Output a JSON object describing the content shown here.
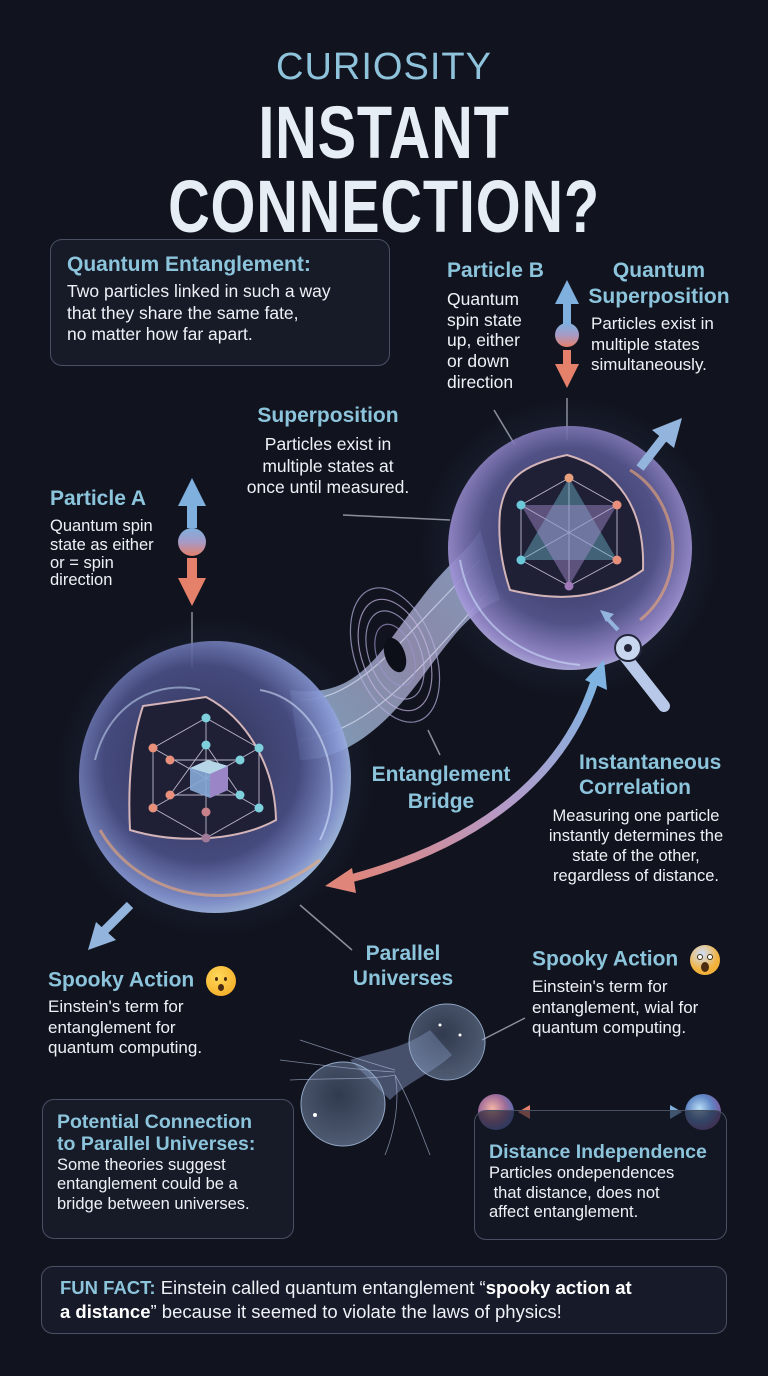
{
  "header": {
    "kicker": "CURIOSITY",
    "title": "INSTANT CONNECTION?"
  },
  "entanglement_card": {
    "heading": "Quantum Entanglement:",
    "lines": [
      "Two particles linked in such a way",
      "that they share the same fate,",
      "no matter how far apart."
    ]
  },
  "particle_b": {
    "heading": "Particle B",
    "lines": [
      "Quantum",
      "spin state",
      "up, either",
      "or down",
      "direction"
    ]
  },
  "quantum_superposition": {
    "heading_lines": [
      "Quantum",
      "Superposition"
    ],
    "lines": [
      "Particles exist in",
      "multiple states",
      "simultaneously."
    ]
  },
  "superposition": {
    "heading": "Superposition",
    "lines": [
      "Particles exist in",
      "multiple states at",
      "once until measured."
    ]
  },
  "particle_a": {
    "heading": "Particle A",
    "lines": [
      "Quantum spin",
      "state as either",
      "or = spin",
      "direction"
    ]
  },
  "entanglement_bridge": {
    "heading_lines": [
      "Entanglement",
      "Bridge"
    ]
  },
  "instantaneous_correlation": {
    "heading_lines": [
      "Instantaneous",
      "Correlation"
    ],
    "lines": [
      "Measuring one particle",
      "instantly determines the",
      "state of the other,",
      "regardless of distance."
    ]
  },
  "parallel_universes_label": {
    "heading_lines": [
      "Parallel",
      "Universes"
    ]
  },
  "spooky_left": {
    "heading": "Spooky Action",
    "emoji": "hushed-face",
    "lines": [
      "Einstein's term for",
      "entanglement for",
      "quantum computing."
    ]
  },
  "spooky_right": {
    "heading": "Spooky Action",
    "emoji": "screaming-face",
    "lines": [
      "Einstein's term for",
      "entanglement, wial for",
      "quantum computing."
    ]
  },
  "parallel_card": {
    "heading_lines": [
      "Potential Connection",
      "to Parallel Universes:"
    ],
    "lines": [
      "Some theories suggest",
      "entanglement could be a",
      "bridge between universes."
    ]
  },
  "distance_card": {
    "heading": "Distance Independence",
    "lines": [
      "Particles ondependences",
      " that distance, does not",
      "affect entanglement."
    ]
  },
  "fun_fact": {
    "label": "FUN FACT:",
    "text_1": " Einstein called quantum entanglement “",
    "bold_1": "spooky action at",
    "bold_2": "a distance",
    "text_2": "” because it seemed to violate the laws of physics!"
  },
  "colors": {
    "background": "#11141f",
    "accent_blue": "#8cc4dc",
    "accent_coral": "#e07f6c",
    "text": "#eef1f6",
    "card_border": "#4a5064"
  }
}
